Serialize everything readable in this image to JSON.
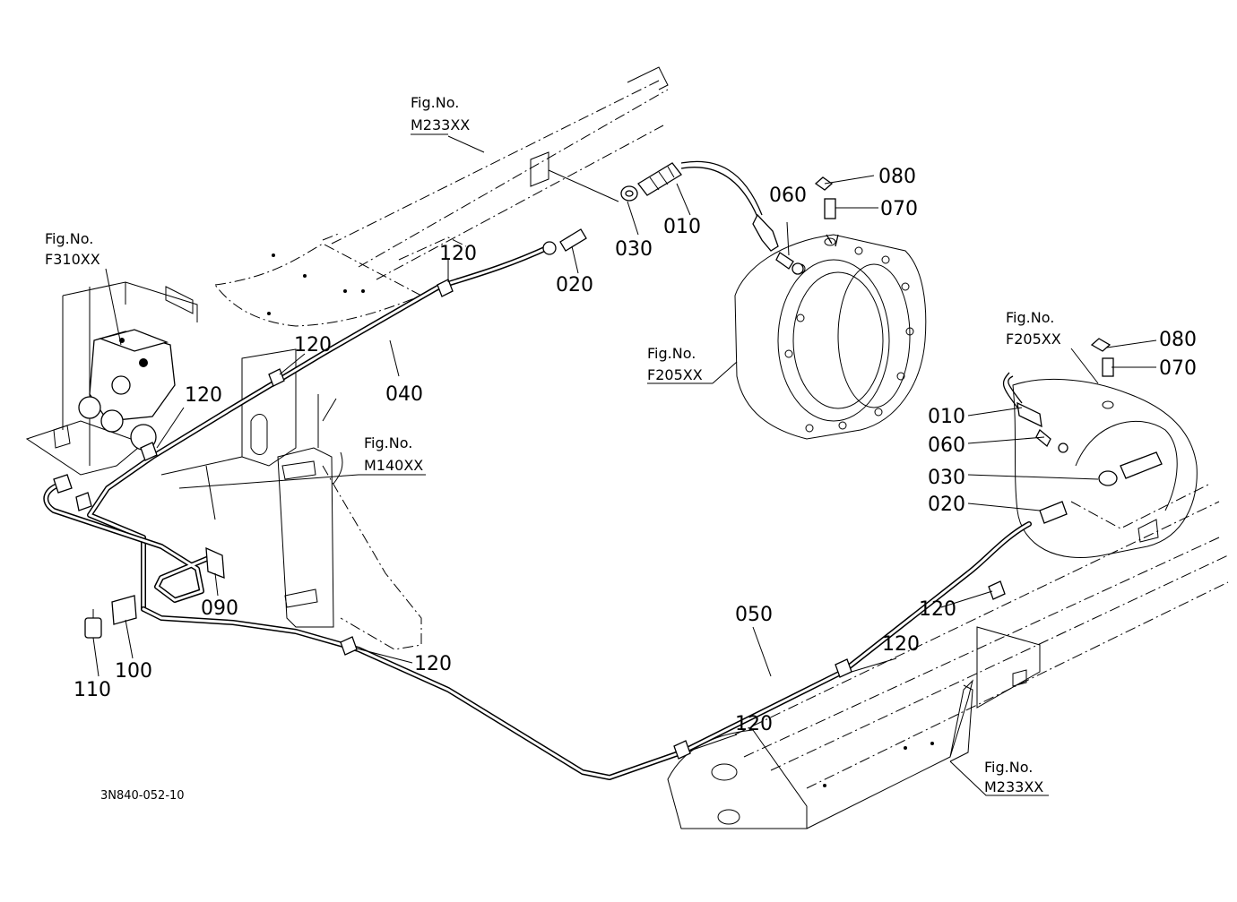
{
  "drawing_code": "3N840-052-10",
  "fig_refs": [
    {
      "id": "m233-top",
      "line1": "Fig.No.",
      "line2": "M233XX"
    },
    {
      "id": "f310",
      "line1": "Fig.No.",
      "line2": "F310XX"
    },
    {
      "id": "f205-left",
      "line1": "Fig.No.",
      "line2": "F205XX"
    },
    {
      "id": "f205-right",
      "line1": "Fig.No.",
      "line2": "F205XX"
    },
    {
      "id": "m140",
      "line1": "Fig.No.",
      "line2": "M140XX"
    },
    {
      "id": "m233-bottom",
      "line1": "Fig.No.",
      "line2": "M233XX"
    }
  ],
  "callouts": [
    "010",
    "020",
    "030",
    "060",
    "070",
    "080",
    "120",
    "120",
    "120",
    "040",
    "010",
    "060",
    "030",
    "020",
    "080",
    "070",
    "090",
    "100",
    "110",
    "120",
    "050",
    "120",
    "120",
    "120"
  ]
}
